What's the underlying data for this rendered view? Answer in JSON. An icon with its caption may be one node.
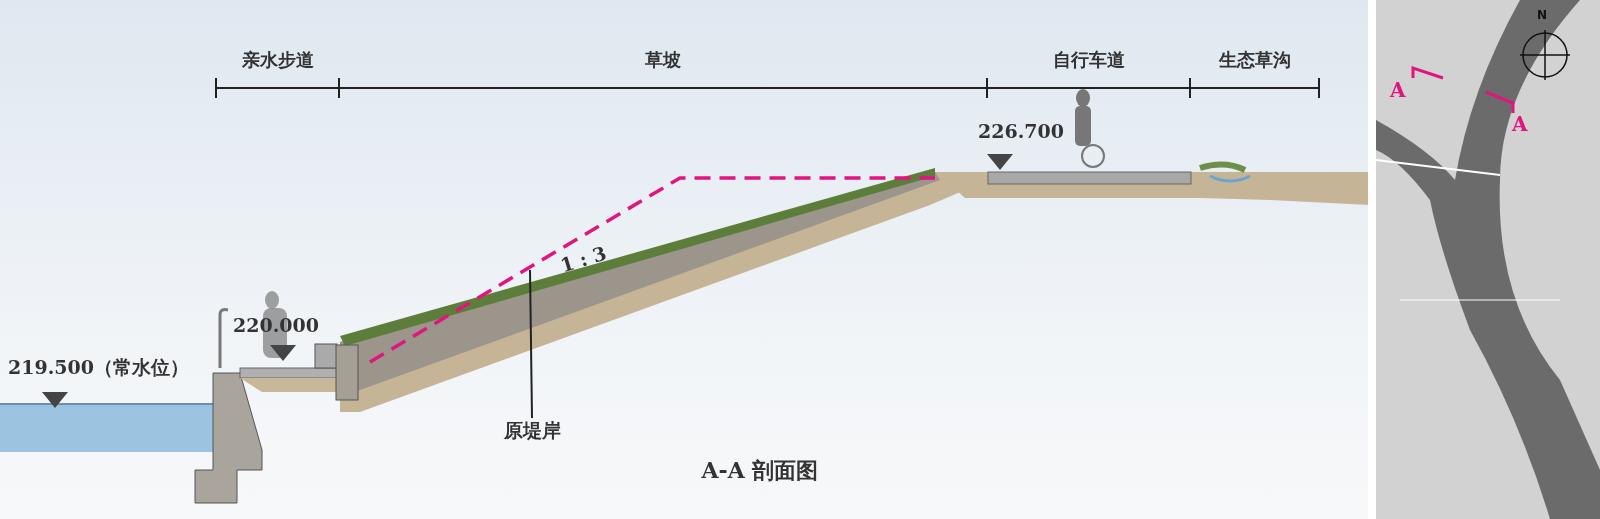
{
  "diagram": {
    "title": "A-A 剖面图",
    "nodes": [
      {
        "text": [
          "原堤岸"
        ]
      },
      {
        "text": [],
        "shape": "line"
      }
    ],
    "edges": [
      {
        "from": 0,
        "to": 1,
        "arrow": "none"
      }
    ],
    "labels": [
      "亲水步道",
      "草坡",
      "自行车道",
      "生态草沟",
      "226.700",
      "220.000",
      "219.500（常水位）",
      "1 : 3",
      "N",
      "A",
      "A"
    ]
  }
}
